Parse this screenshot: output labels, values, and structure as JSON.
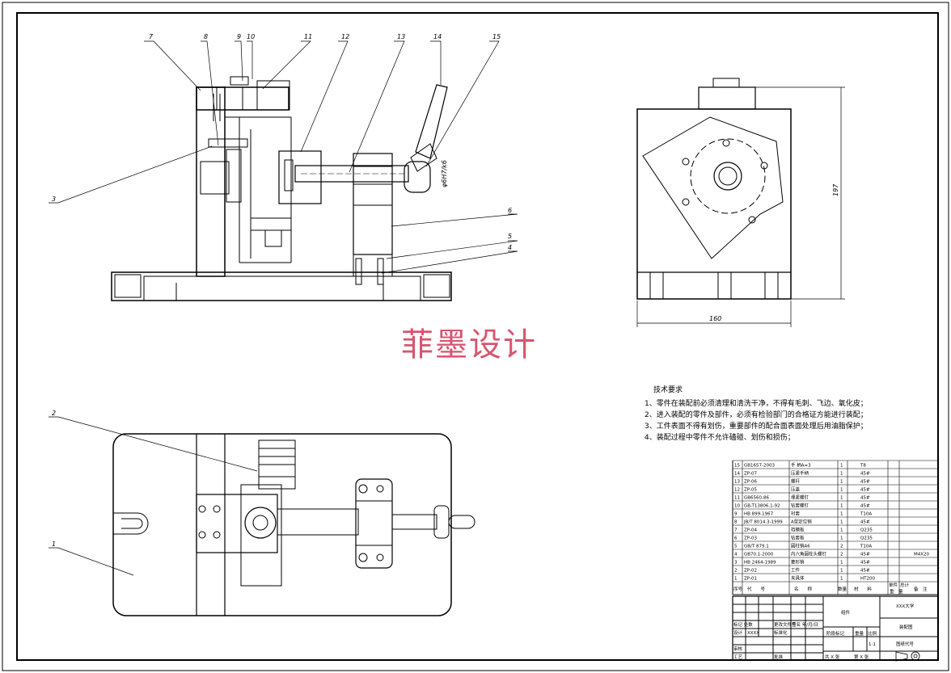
{
  "watermark": "菲墨设计",
  "callouts": [
    "7",
    "8",
    "9",
    "10",
    "11",
    "12",
    "13",
    "14",
    "15",
    "3",
    "6",
    "5",
    "4",
    "2",
    "1"
  ],
  "dimensions": {
    "fit": "φ6H7/k6",
    "height": "197",
    "width": "160"
  },
  "tech_requirements": {
    "title": "技术要求",
    "items": [
      "1、零件在装配前必须清理和清洗干净，不得有毛刺、飞边、氧化皮；",
      "2、进入装配的零件及部件，必须有检验部门的合格证方能进行装配；",
      "3、工件表面不得有划伤，重要部件的配合面表面处理后用油脂保护；",
      "4、装配过程中零件不允许磕碰、划伤和损伤；"
    ]
  },
  "bom": {
    "rows": [
      {
        "no": "15",
        "code": "GB1657-2003",
        "name": "手 柄A=3",
        "qty": "1",
        "mat": "T8",
        "note": ""
      },
      {
        "no": "14",
        "code": "ZP-07",
        "name": "压紧手柄",
        "qty": "1",
        "mat": "45#",
        "note": ""
      },
      {
        "no": "13",
        "code": "ZP-06",
        "name": "螺杆",
        "qty": "1",
        "mat": "45#",
        "note": ""
      },
      {
        "no": "12",
        "code": "ZP-05",
        "name": "压盖",
        "qty": "1",
        "mat": "45#",
        "note": ""
      },
      {
        "no": "11",
        "code": "GB6560-86",
        "name": "埋紧螺钉",
        "qty": "1",
        "mat": "45#",
        "note": ""
      },
      {
        "no": "10",
        "code": "GB-T13806.1-92",
        "name": "钻套螺钉",
        "qty": "1",
        "mat": "45#",
        "note": ""
      },
      {
        "no": "9",
        "code": "HB 899-1967",
        "name": "衬套",
        "qty": "1",
        "mat": "T10A",
        "note": ""
      },
      {
        "no": "8",
        "code": "JB/T 8014.3-1999",
        "name": "A型定位销",
        "qty": "1",
        "mat": "45#",
        "note": ""
      },
      {
        "no": "7",
        "code": "ZP-04",
        "name": "挡模板",
        "qty": "1",
        "mat": "Q235",
        "note": ""
      },
      {
        "no": "6",
        "code": "ZP-03",
        "name": "钻套板",
        "qty": "1",
        "mat": "Q235",
        "note": ""
      },
      {
        "no": "5",
        "code": "GB/T 879.1",
        "name": "圆柱销A6",
        "qty": "2",
        "mat": "T10A",
        "note": ""
      },
      {
        "no": "4",
        "code": "GB70.1-2000",
        "name": "内六角圆柱头螺钉",
        "qty": "2",
        "mat": "45#",
        "note": "M4X20"
      },
      {
        "no": "3",
        "code": "HB 2464-1989",
        "name": "菱形销",
        "qty": "1",
        "mat": "45#",
        "note": ""
      },
      {
        "no": "2",
        "code": "ZP-02",
        "name": "工件",
        "qty": "1",
        "mat": "45#",
        "note": ""
      },
      {
        "no": "1",
        "code": "ZP-01",
        "name": "夹具体",
        "qty": "1",
        "mat": "HT200",
        "note": ""
      }
    ],
    "header": {
      "no": "序号",
      "code": "代　　号",
      "name": "名　　称",
      "qty": "数量",
      "mat": "材　　料",
      "unit": "单件",
      "total": "总计",
      "weight": "重　量",
      "note": "备　注"
    }
  },
  "title_block": {
    "part": "组件",
    "school": "XXX大学",
    "drawing": "装配图",
    "drawing_no": "图纸代号",
    "scale": "1:1",
    "stage": "阶段标记",
    "weight": "重量",
    "scale_label": "比例",
    "row_marks": "标记 处数",
    "row_change": "更改文件号",
    "row_sign": "签名 年/月/日",
    "design": "设计",
    "design_name": "XXXX",
    "std": "标准化",
    "review": "审核",
    "craft": "工艺",
    "approve": "批准",
    "sheet_a": "共  X  张",
    "sheet_b": "第  X  张"
  },
  "colors": {
    "watermark": "#d9546f",
    "line": "#000000"
  }
}
